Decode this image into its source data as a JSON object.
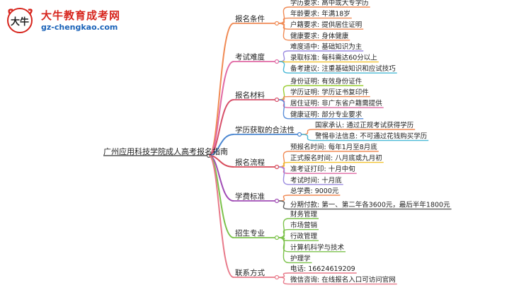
{
  "logo": {
    "brand": "大牛教育成考网",
    "domain": "gz-chengkao.com",
    "mark_text": "大牛"
  },
  "root": {
    "label": "广州应用科技学院成人高考报名指南"
  },
  "branches": [
    {
      "label": "报名条件",
      "color": "#f08a54",
      "children": [
        {
          "label": "学历要求: 高中或大专学历",
          "color": "#f08a54"
        },
        {
          "label": "年龄要求: 年满18岁",
          "color": "#f08a54"
        },
        {
          "label": "户籍要求: 提供居住证明",
          "color": "#f08a54"
        },
        {
          "label": "健康要求: 身体健康",
          "color": "#f08a54"
        }
      ]
    },
    {
      "label": "考试难度",
      "color": "#e16aa4",
      "children": [
        {
          "label": "难度适中: 基础知识为主",
          "color": "#9b8be0"
        },
        {
          "label": "录取标准: 每科需达60分以上",
          "color": "#f2c230"
        },
        {
          "label": "备考建议: 注重基础知识和应试技巧",
          "color": "#4ab9d6"
        }
      ]
    },
    {
      "label": "报名材料",
      "color": "#d7506a",
      "children": [
        {
          "label": "身份证明: 有效身份证件",
          "color": "#9acd32"
        },
        {
          "label": "学历证明: 学历证书复印件",
          "color": "#f08a54"
        },
        {
          "label": "居住证明: 非广东省户籍需提供",
          "color": "#e16aa4"
        },
        {
          "label": "健康证明: 部分专业要求",
          "color": "#5b8fd9"
        }
      ]
    },
    {
      "label": "学历获取的合法性",
      "color": "#4a86d1",
      "children": [
        {
          "label": "国家承认: 通过正规考试获得学历",
          "color": "#f08a54"
        },
        {
          "label": "警惕非法信息: 不可通过花钱购买学历",
          "color": "#4ab9d6"
        }
      ]
    },
    {
      "label": "报名流程",
      "color": "#d74a5a",
      "children": [
        {
          "label": "预报名时间: 每年1月至8月底",
          "color": "#f08a54"
        },
        {
          "label": "正式报名时间: 八月底或九月初",
          "color": "#f2c230"
        },
        {
          "label": "准考证打印: 十月中旬",
          "color": "#e16aa4"
        },
        {
          "label": "考试时间: 十月底",
          "color": "#9b8be0"
        }
      ]
    },
    {
      "label": "学费标准",
      "color": "#a04cb5",
      "children": [
        {
          "label": "总学费: 9000元",
          "color": "#f08a54"
        },
        {
          "label": "分期付款: 第一、第二年各3600元，最后半年1800元",
          "color": "#5a5a5a"
        }
      ]
    },
    {
      "label": "招生专业",
      "color": "#7cc24b",
      "children": [
        {
          "label": "财务管理",
          "color": "#7cc24b"
        },
        {
          "label": "市场营销",
          "color": "#7cc24b"
        },
        {
          "label": "行政管理",
          "color": "#7cc24b"
        },
        {
          "label": "计算机科学与技术",
          "color": "#7cc24b"
        },
        {
          "label": "护理学",
          "color": "#7cc24b"
        }
      ]
    },
    {
      "label": "联系方式",
      "color": "#e87a8a",
      "children": [
        {
          "label": "电话: 16624619209",
          "color": "#e87a8a"
        },
        {
          "label": "微信咨询: 在线报名入口可访问官网",
          "color": "#e87a8a"
        }
      ]
    }
  ]
}
